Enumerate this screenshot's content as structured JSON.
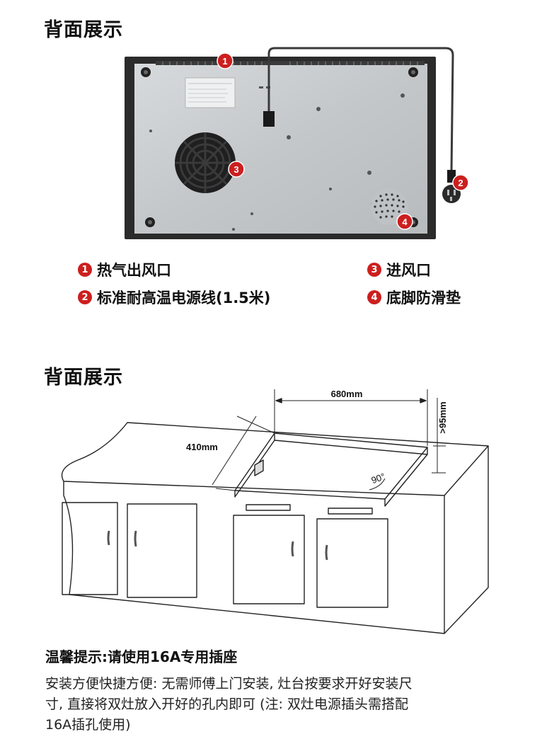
{
  "section1": {
    "title": "背面展示"
  },
  "callouts": [
    "1",
    "2",
    "3",
    "4"
  ],
  "legend": [
    {
      "num": "1",
      "label": "热气出风口"
    },
    {
      "num": "2",
      "label": "标准耐高温电源线(1.5米)"
    },
    {
      "num": "3",
      "label": "进风口"
    },
    {
      "num": "4",
      "label": "底脚防滑垫"
    }
  ],
  "section2": {
    "title": "背面展示",
    "dim_width": "680mm",
    "dim_depth": "410mm",
    "dim_height": ">95mm",
    "dim_angle": "90°"
  },
  "tip": {
    "title": "温馨提示:请使用16A专用插座",
    "line1": "安装方便快捷方便: 无需师傅上门安装, 灶台按要求开好安装尺",
    "line2": "寸, 直接将双灶放入开好的孔内即可 (注: 双灶电源插头需搭配",
    "line3": "16A插孔使用)"
  },
  "colors": {
    "accent": "#cc1f1f",
    "panel_frame": "#2b2b2b",
    "panel_metal": "#c9ccce"
  }
}
